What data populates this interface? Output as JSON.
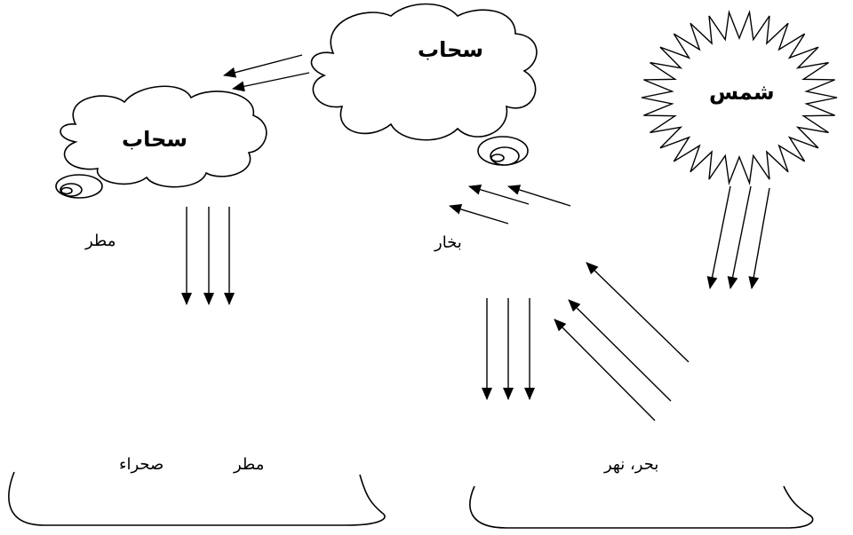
{
  "labels": {
    "cloud_right": "سحاب",
    "cloud_left": "سحاب",
    "sun": "شمس",
    "rain_left": "مطر",
    "vapor": "بخار",
    "rain_bottom": "مطر",
    "desert": "صحراء",
    "sea_river": "بحر، نهر"
  }
}
